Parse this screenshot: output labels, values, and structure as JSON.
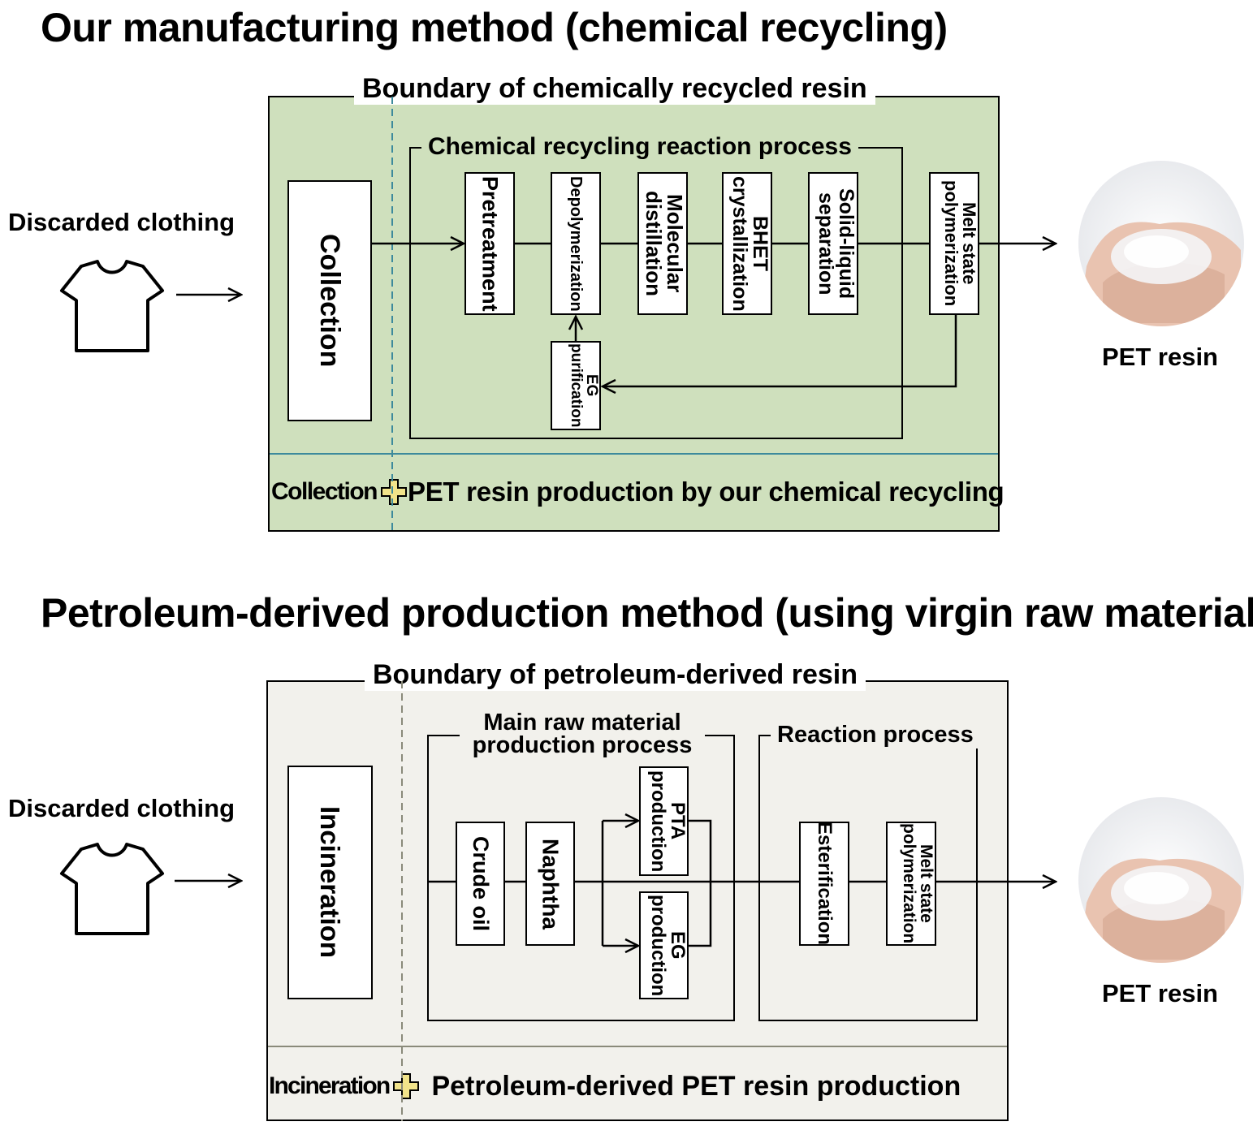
{
  "section1": {
    "title": "Our manufacturing method (chemical recycling)",
    "input_label": "Discarded clothing",
    "boundary_label": "Boundary of chemically recycled resin",
    "inner_label": "Chemical recycling reaction process",
    "collection": "Collection",
    "steps": [
      "Pretreatment",
      "Depolymerization",
      "Molecular distillation",
      "BHET crystallization",
      "Solid-liquid separation",
      "Melt state polymerization"
    ],
    "eg_purification": "EG purification",
    "output_label": "PET resin",
    "footer_left": "Collection",
    "footer_right": "PET resin production by our chemical recycling"
  },
  "section2": {
    "title": "Petroleum-derived production method (using virgin raw materials)",
    "input_label": "Discarded clothing",
    "boundary_label": "Boundary of petroleum-derived resin",
    "raw_material_label": "Main raw material production process",
    "reaction_label": "Reaction process",
    "incineration": "Incineration",
    "crude_oil": "Crude oil",
    "naphtha": "Naphtha",
    "pta": "PTA production",
    "eg": "EG production",
    "esterification": "Esterification",
    "melt": "Melt state polymerization",
    "output_label": "PET resin",
    "footer_left": "Incineration",
    "footer_right": "Petroleum-derived PET resin production"
  },
  "colors": {
    "green_fill": "#cfe0bd",
    "beige_fill": "#f2f1ec",
    "plus_fill": "#f1e38a",
    "teal_line": "#3d8a9c",
    "gray_line": "#8a8a7a"
  },
  "icons": [
    "t-shirt-icon",
    "plus-icon",
    "pet-resin-photo"
  ]
}
